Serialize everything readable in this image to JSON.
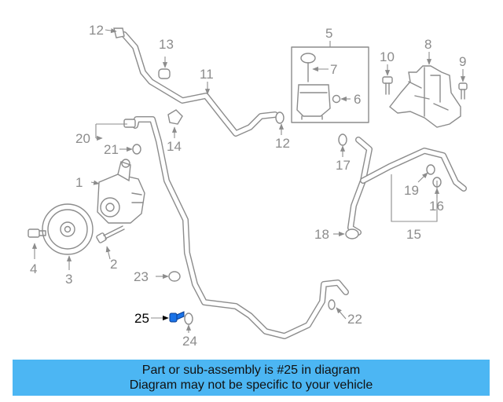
{
  "diagram": {
    "highlight_color": "#1a73e8",
    "labels": {
      "p1": "1",
      "p2": "2",
      "p3": "3",
      "p4": "4",
      "p5": "5",
      "p6": "6",
      "p7": "7",
      "p8": "8",
      "p9": "9",
      "p10": "10",
      "p11": "11",
      "p12a": "12",
      "p12b": "12",
      "p13": "13",
      "p14": "14",
      "p15": "15",
      "p16": "16",
      "p17": "17",
      "p18": "18",
      "p19": "19",
      "p20": "20",
      "p21": "21",
      "p22": "22",
      "p23": "23",
      "p24": "24",
      "p25": "25"
    }
  },
  "banner": {
    "line1": "Part or sub-assembly is #25 in diagram",
    "line2": "Diagram may not be specific to your vehicle",
    "color": "#4cb6f3"
  }
}
